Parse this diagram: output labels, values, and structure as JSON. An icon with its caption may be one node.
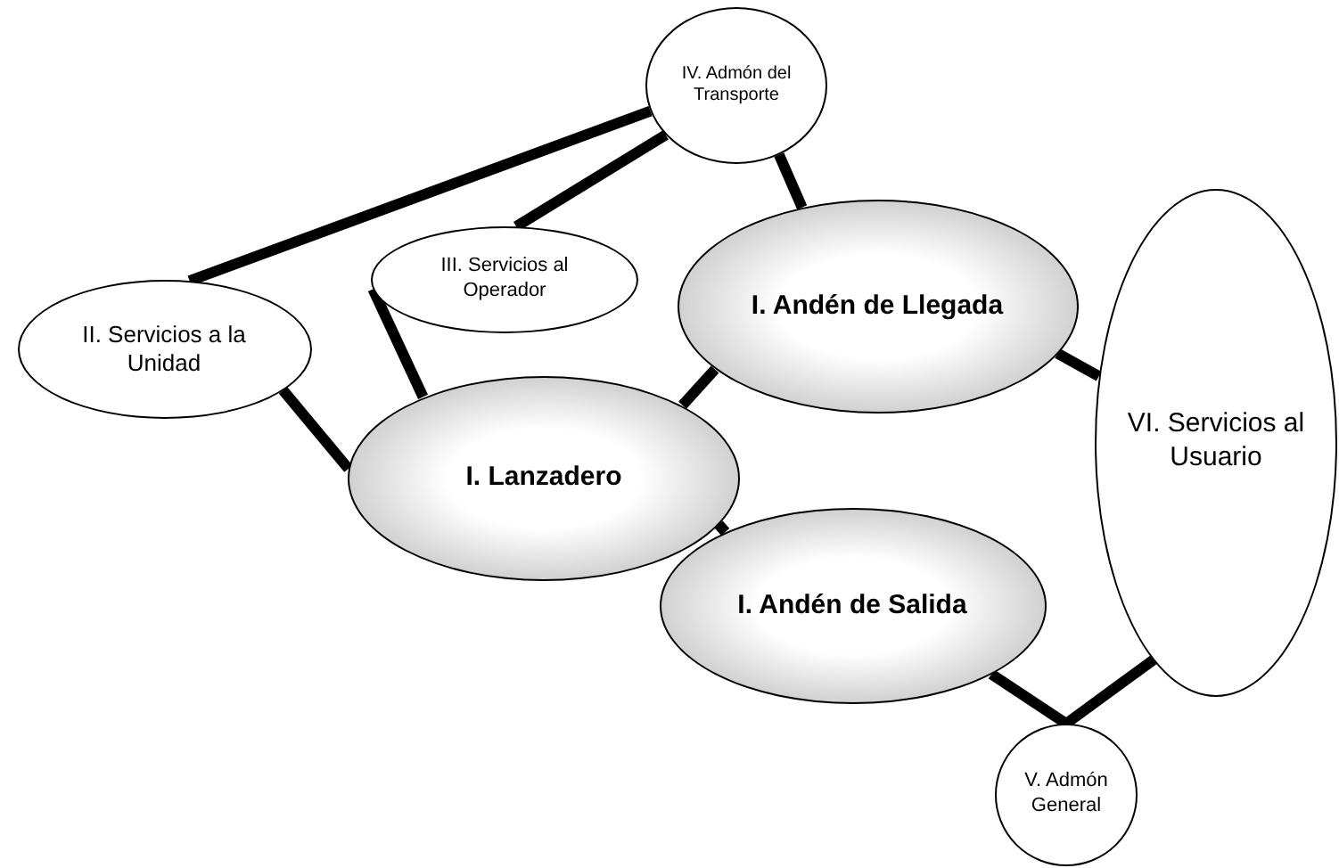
{
  "diagram": {
    "nodes": [
      {
        "text": [
          "IV. Admón del Transporte"
        ]
      },
      {
        "text": [
          "III. Servicios al Operador"
        ]
      },
      {
        "text": [
          "I. Andén de Llegada"
        ]
      },
      {
        "text": [
          "II. Servicios a la Unidad"
        ]
      },
      {
        "text": [
          "I. Lanzadero"
        ]
      },
      {
        "text": [
          "VI. Servicios al Usuario"
        ]
      },
      {
        "text": [
          "I. Andén de Salida"
        ]
      },
      {
        "text": [
          "V. Admón General"
        ]
      }
    ],
    "edges": [
      {
        "from": 0,
        "to": 3,
        "arrow": "none"
      },
      {
        "from": 0,
        "to": 1,
        "arrow": "none"
      },
      {
        "from": 0,
        "to": 2,
        "arrow": "none"
      },
      {
        "from": 1,
        "to": 4,
        "arrow": "none"
      },
      {
        "from": 3,
        "to": 4,
        "arrow": "none"
      },
      {
        "from": 4,
        "to": 2,
        "arrow": "none"
      },
      {
        "from": 2,
        "to": 5,
        "arrow": "none"
      },
      {
        "from": 4,
        "to": 6,
        "arrow": "none"
      },
      {
        "from": 6,
        "to": 7,
        "arrow": "none"
      },
      {
        "from": 5,
        "to": 7,
        "arrow": "none"
      }
    ]
  }
}
